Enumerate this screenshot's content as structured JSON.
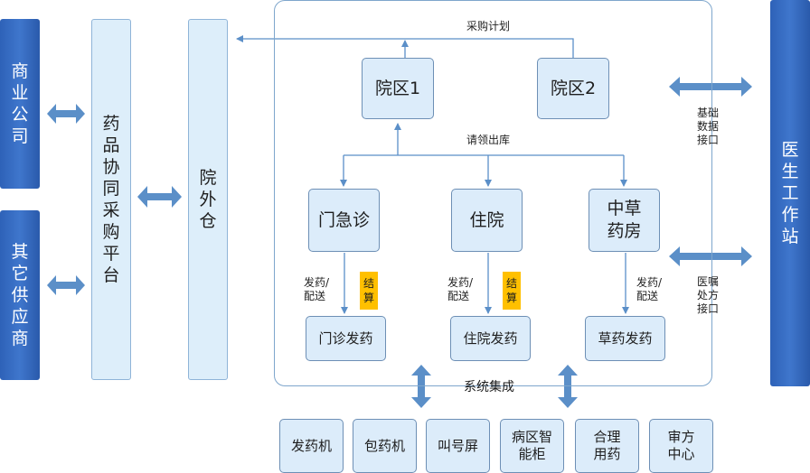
{
  "left": {
    "commercial": [
      "商",
      "业",
      "公",
      "司"
    ],
    "other": [
      "其",
      "它",
      "供",
      "应",
      "商"
    ],
    "platform": [
      "药",
      "品",
      "协",
      "同",
      "采",
      "购",
      "平",
      "台"
    ],
    "warehouse": [
      "院",
      "外",
      "仓"
    ]
  },
  "right": {
    "workstation": [
      "医",
      "生",
      "工",
      "作",
      "站"
    ]
  },
  "hospital": {
    "zone1": "院区1",
    "zone2": "院区2",
    "purchase_plan": "采购计划",
    "requisition": "请领出库",
    "outpatient": "门急诊",
    "inpatient": "住院",
    "herbal_room": [
      "中草",
      "药房"
    ],
    "dispense_label": [
      "发药/",
      "配送"
    ],
    "settle": [
      "结",
      "算"
    ],
    "outpatient_dispense": "门诊发药",
    "inpatient_dispense": "住院发药",
    "herbal_dispense": "草药发药"
  },
  "interfaces": {
    "basic_data": [
      "基础",
      "数据",
      "接口"
    ],
    "prescription": [
      "医嘱",
      "处方",
      "接口"
    ]
  },
  "integration": {
    "label": "系统集成",
    "devices": [
      [
        "发药机"
      ],
      [
        "包药机"
      ],
      [
        "叫号屏"
      ],
      [
        "病区智",
        "能柜"
      ],
      [
        "合理",
        "用药"
      ],
      [
        "审方",
        "中心"
      ]
    ]
  },
  "colors": {
    "arrow": "#5b8fc8",
    "line": "#5b8fc8",
    "settle": "#ffc000",
    "side": "#2e62b8"
  }
}
